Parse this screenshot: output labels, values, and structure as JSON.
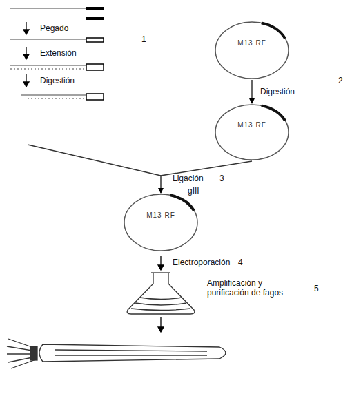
{
  "diagram": {
    "nodes": [
      {
        "text": [
          "M13 RF"
        ]
      },
      {
        "text": [
          "M13 RF"
        ]
      },
      {
        "text": [
          "M13 RF"
        ]
      }
    ],
    "edges": [
      {
        "from": 0,
        "to": 1,
        "arrow": "to",
        "label": "Digestión"
      },
      {
        "from": 1,
        "to": 2,
        "arrow": "to"
      }
    ],
    "labels": [
      "Pegado",
      "1",
      "Extensión",
      "Digestión",
      "2",
      "Ligación",
      "3",
      "gIII",
      "Electroporación",
      "4",
      "Amplificación y purificación de fagos",
      "5"
    ]
  }
}
